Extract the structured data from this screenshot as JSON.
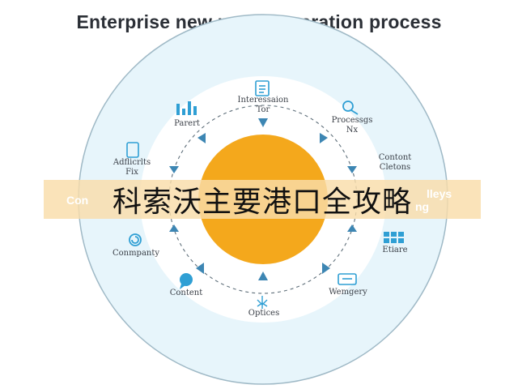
{
  "title": "Enterprise new media operation process",
  "overlay_text": "科索沃主要港口全攻略",
  "banner_left_partial": "Con",
  "banner_right_partial_1": "lleys",
  "banner_right_partial_2": "ng",
  "colors": {
    "ring_fill": "#e7f5fb",
    "ring_stroke": "#9fb9c6",
    "inner_fill": "#ffffff",
    "center_orange": "#f4a81c",
    "accent_blue": "#2f9fd4",
    "arrow_blue": "#3d86b3",
    "banner": "#f9ddaa"
  },
  "nodes": [
    {
      "id": "top",
      "icon": "document-icon",
      "label": "Interessaion",
      "sub": "Tor"
    },
    {
      "id": "top-left",
      "icon": "bar-chart-icon",
      "label": "Parert",
      "sub": ""
    },
    {
      "id": "top-right",
      "icon": "search-icon",
      "label": "Processgs",
      "sub": "Nx"
    },
    {
      "id": "left-upper",
      "icon": "tablet-icon",
      "label": "Adflicrlts",
      "sub": "Fix"
    },
    {
      "id": "right-upper",
      "icon": "",
      "label": "Contont",
      "sub": "Cletons"
    },
    {
      "id": "left-lower",
      "icon": "target-icon",
      "label": "Conmpanty",
      "sub": ""
    },
    {
      "id": "right-lower",
      "icon": "grid-icon",
      "label": "Etiare",
      "sub": ""
    },
    {
      "id": "bottom-left",
      "icon": "chat-bubble-icon",
      "label": "Content",
      "sub": ""
    },
    {
      "id": "bottom-right",
      "icon": "message-icon",
      "label": "Wemgery",
      "sub": ""
    },
    {
      "id": "bottom",
      "icon": "network-icon",
      "label": "Optices",
      "sub": ""
    }
  ]
}
